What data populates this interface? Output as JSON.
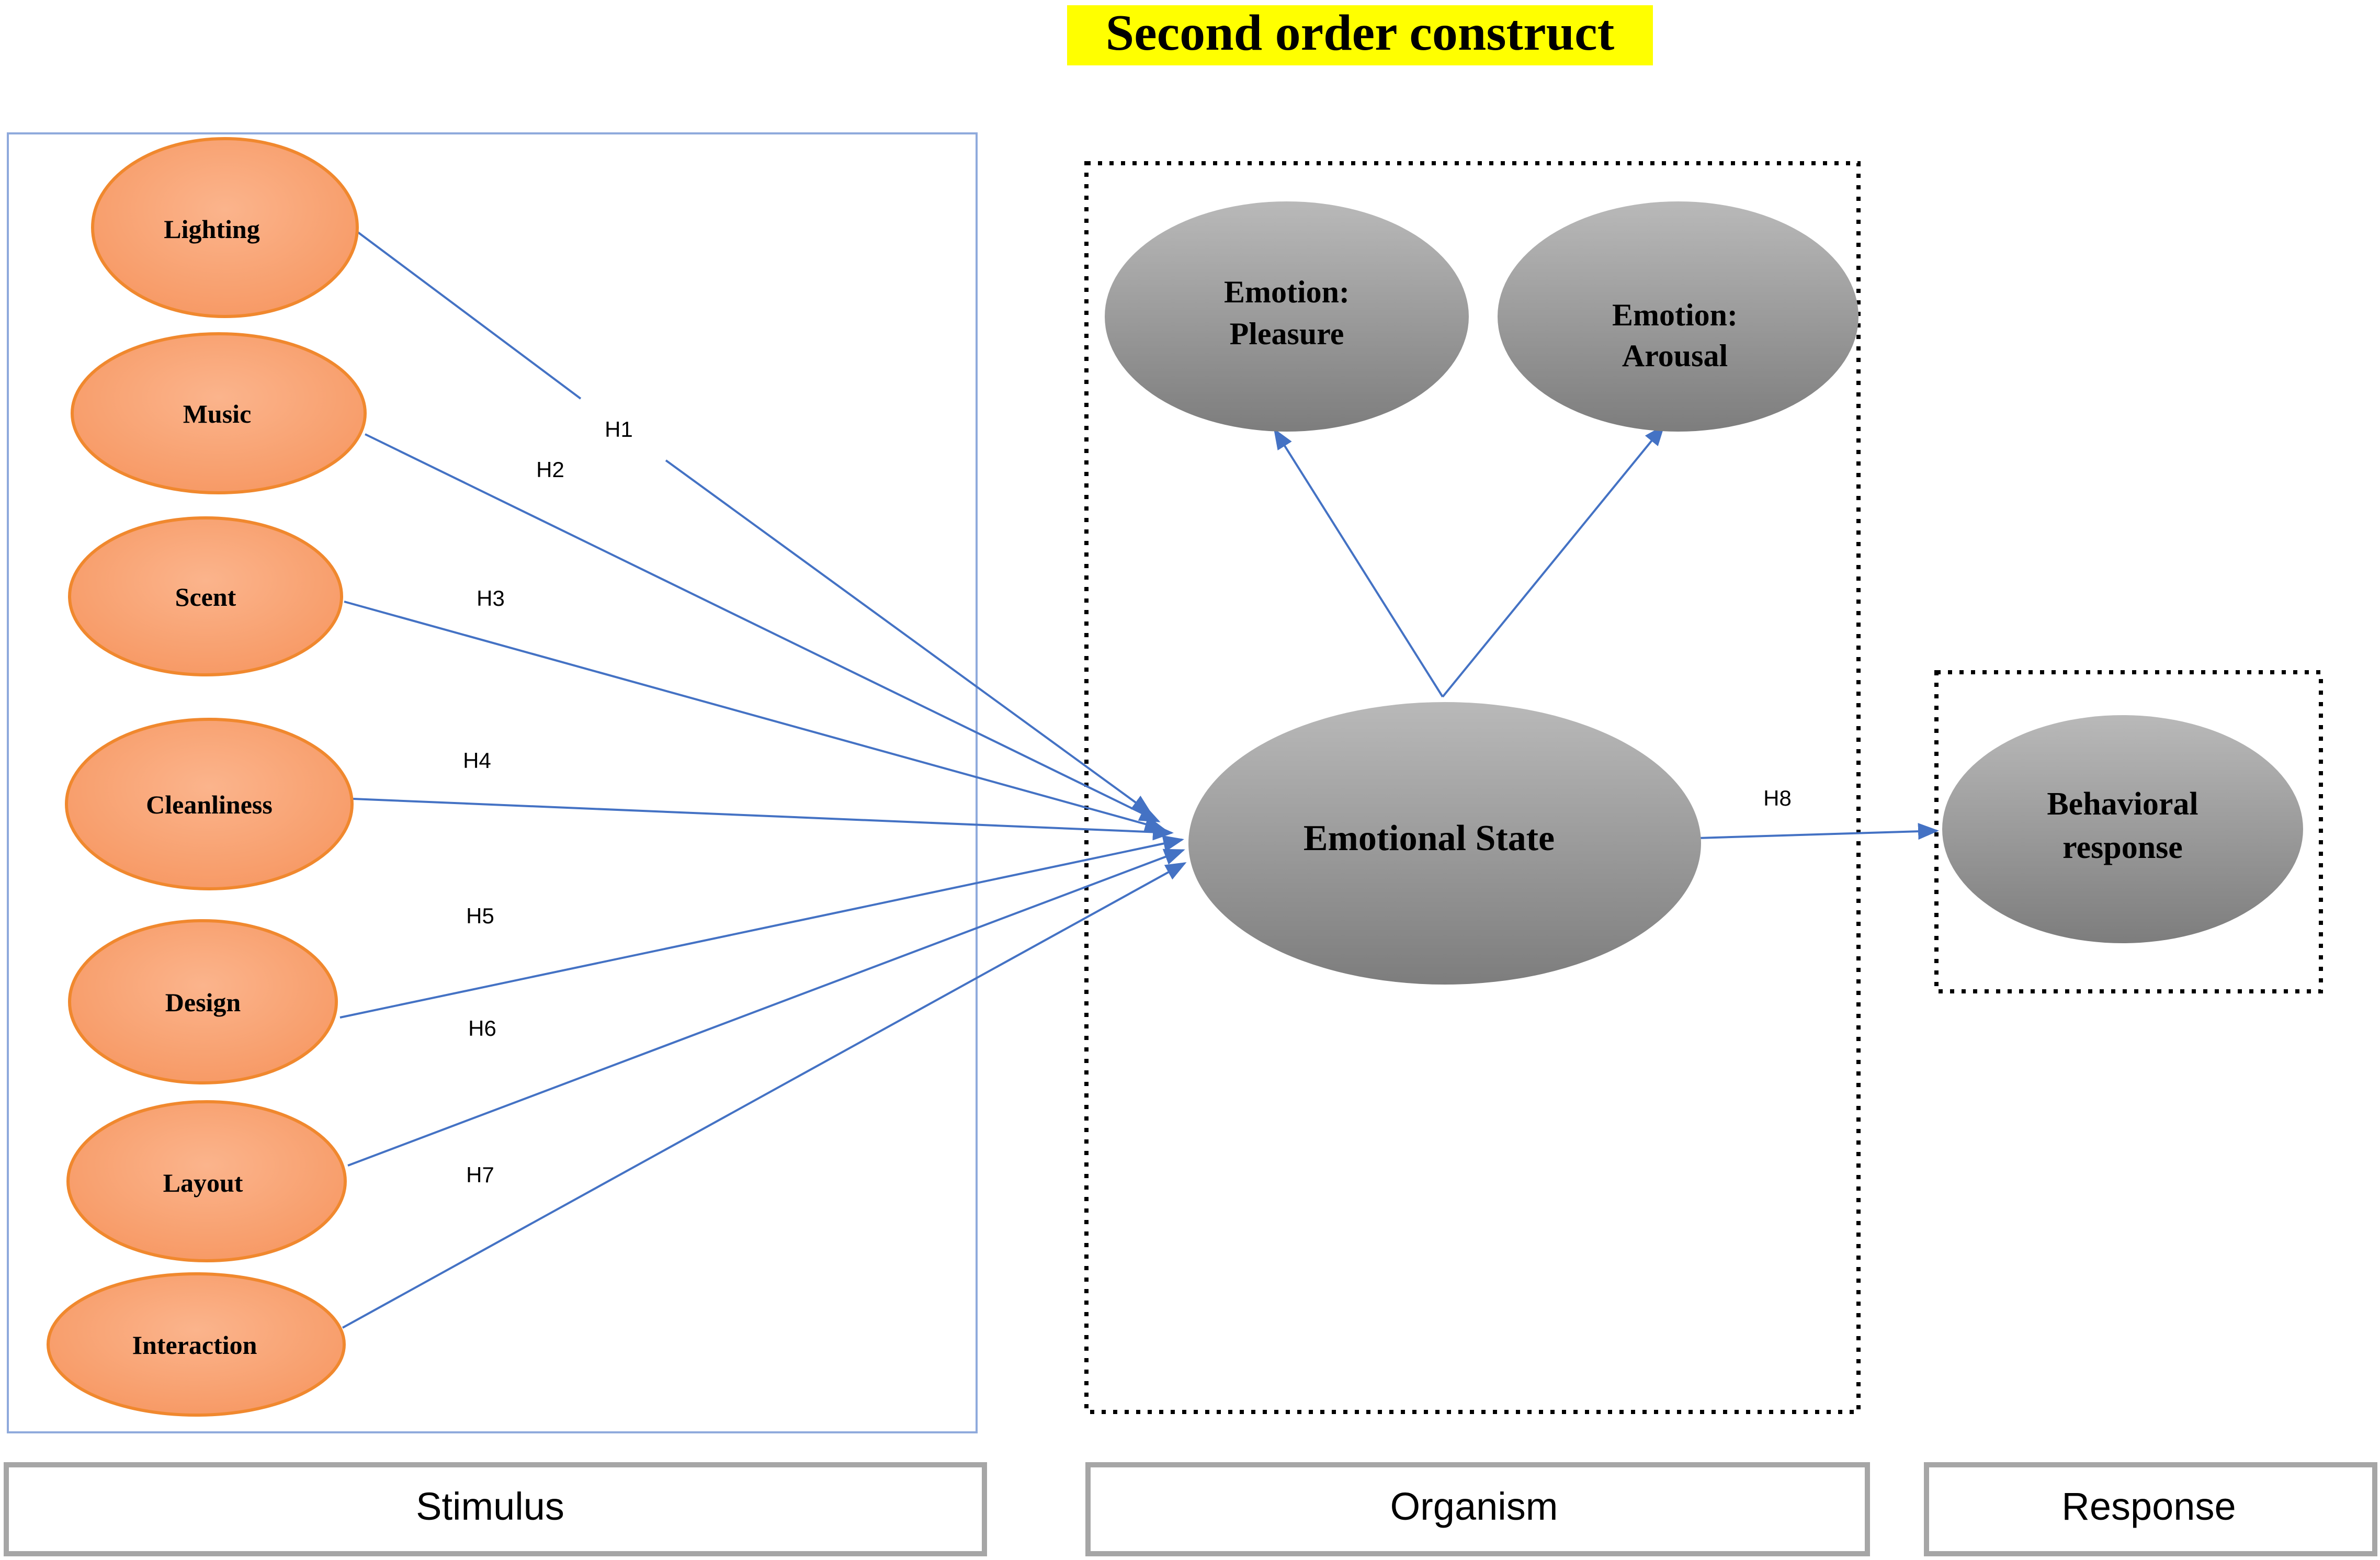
{
  "title": "Second order construct",
  "colors": {
    "title_highlight": "#ffff00",
    "stimulus_fill": "#f8a77e",
    "stimulus_stroke": "#f0882e",
    "organism_fill_top": "#b8b8b8",
    "organism_fill_bottom": "#7f7f7f",
    "arrow": "#4472c4",
    "box_border": "#a6a6a6",
    "frame_blue": "#8faadc"
  },
  "stimulus": {
    "constructs": [
      {
        "id": "lighting",
        "label": "Lighting"
      },
      {
        "id": "music",
        "label": "Music"
      },
      {
        "id": "scent",
        "label": "Scent"
      },
      {
        "id": "cleanliness",
        "label": "Cleanliness"
      },
      {
        "id": "design",
        "label": "Design"
      },
      {
        "id": "layout",
        "label": "Layout"
      },
      {
        "id": "interaction",
        "label": "Interaction"
      }
    ]
  },
  "organism": {
    "emotion_pleasure": [
      "Emotion:",
      "Pleasure"
    ],
    "emotion_arousal": [
      "Emotion:",
      "Arousal"
    ],
    "emotional_state": "Emotional State"
  },
  "response": {
    "behavioral_response": [
      "Behavioral",
      "response"
    ]
  },
  "paths": [
    {
      "from": "lighting",
      "to": "emotional_state",
      "label": "H1"
    },
    {
      "from": "music",
      "to": "emotional_state",
      "label": "H2"
    },
    {
      "from": "scent",
      "to": "emotional_state",
      "label": "H3"
    },
    {
      "from": "cleanliness",
      "to": "emotional_state",
      "label": "H4"
    },
    {
      "from": "design",
      "to": "emotional_state",
      "label": "H5"
    },
    {
      "from": "layout",
      "to": "emotional_state",
      "label": "H6"
    },
    {
      "from": "interaction",
      "to": "emotional_state",
      "label": "H7"
    },
    {
      "from": "emotional_state",
      "to": "behavioral_response",
      "label": "H8"
    }
  ],
  "stages": {
    "stimulus": "Stimulus",
    "organism": "Organism",
    "response": "Response"
  }
}
